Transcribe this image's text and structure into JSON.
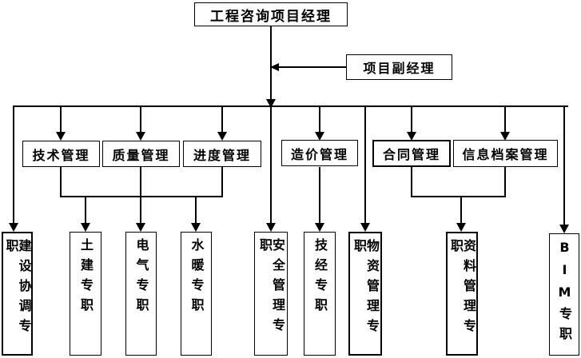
{
  "diagram": {
    "root": {
      "label": "工程咨询项目经理"
    },
    "deputy": {
      "label": "项目副经理"
    },
    "departments": [
      {
        "label": "技术管理"
      },
      {
        "label": "质量管理"
      },
      {
        "label": "进度管理"
      },
      {
        "label": "造价管理"
      },
      {
        "label": "合同管理"
      },
      {
        "label": "信息档案管理"
      }
    ],
    "specialists": [
      {
        "label": "建设协调专职"
      },
      {
        "label": "土建专职"
      },
      {
        "label": "电气专职"
      },
      {
        "label": "水暖专职"
      },
      {
        "label": "安全管理专职"
      },
      {
        "label": "技经专职"
      },
      {
        "label": "物资管理专职"
      },
      {
        "label": "资料管理专职"
      },
      {
        "label": "BIM专职"
      }
    ],
    "colors": {
      "line": "#000000",
      "text": "#000000",
      "box_border": "#000000",
      "box_fill": "#ffffff",
      "background": "#ffffff"
    }
  }
}
